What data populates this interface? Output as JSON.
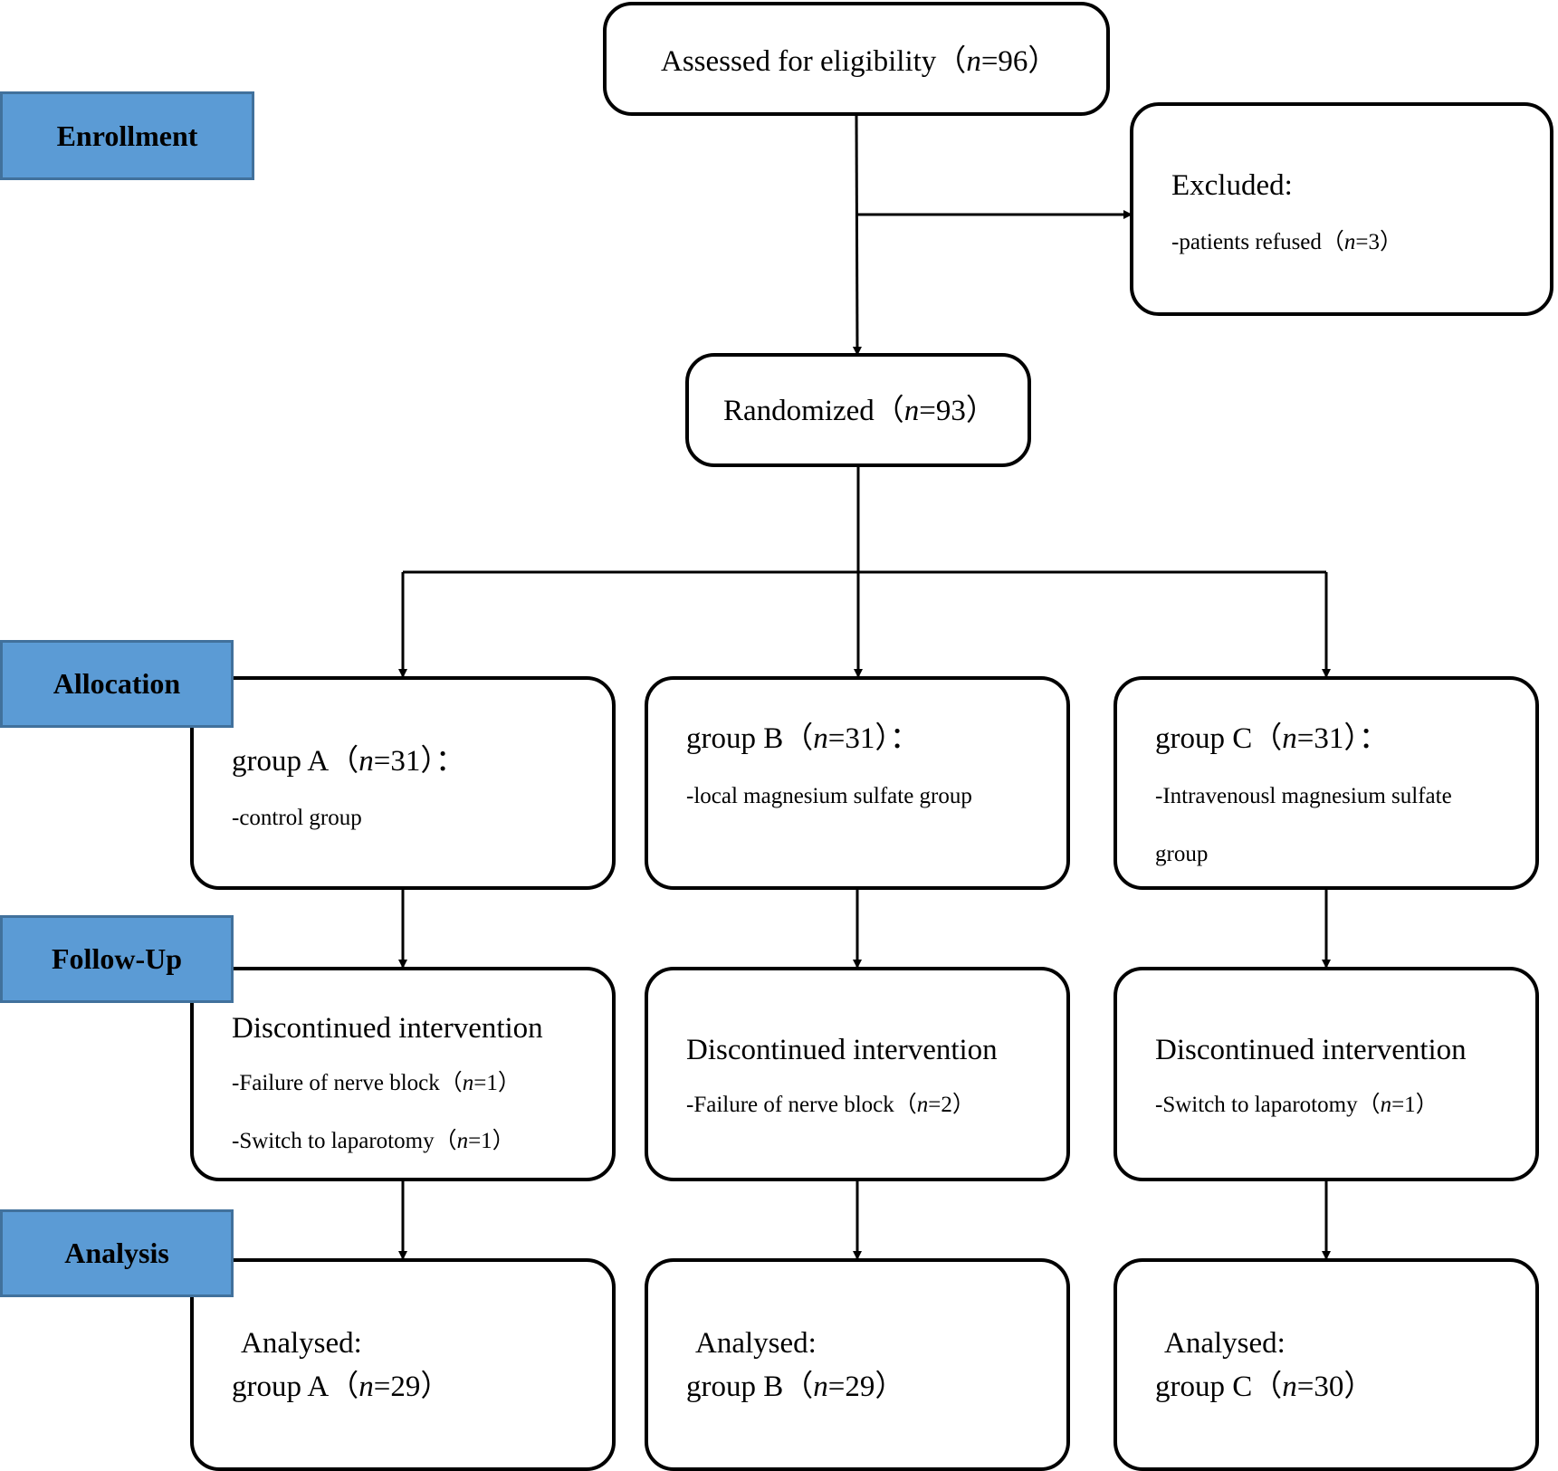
{
  "stages": {
    "enrollment": "Enrollment",
    "allocation": "Allocation",
    "follow_up": "Follow-Up",
    "analysis": "Analysis"
  },
  "assessed": {
    "label": "Assessed for eligibility（",
    "n_sym": "n",
    "n_val": "=96）"
  },
  "excluded": {
    "title": "Excluded:",
    "reason_label": "-patients refused（",
    "n_sym": "n",
    "n_val": "=3）"
  },
  "randomized": {
    "label": "Randomized（",
    "n_sym": "n",
    "n_val": "=93）"
  },
  "allocation": [
    {
      "label": "group A（",
      "n_sym": "n",
      "n_val": "=31）：",
      "desc1": "-control group",
      "desc2": ""
    },
    {
      "label": "group B（",
      "n_sym": "n",
      "n_val": "=31）：",
      "desc1": "-local magnesium sulfate group",
      "desc2": ""
    },
    {
      "label": "group C（",
      "n_sym": "n",
      "n_val": "=31）：",
      "desc1": "-Intravenousl magnesium sulfate",
      "desc2": "group"
    }
  ],
  "follow_up": [
    {
      "title": "Discontinued intervention",
      "items": [
        {
          "label": "-Failure of nerve block（",
          "n_sym": "n",
          "n_val": "=1）"
        },
        {
          "label": "-Switch to laparotomy（",
          "n_sym": "n",
          "n_val": "=1）"
        }
      ]
    },
    {
      "title": "Discontinued intervention",
      "items": [
        {
          "label": "-Failure of nerve block（",
          "n_sym": "n",
          "n_val": "=2）"
        }
      ]
    },
    {
      "title": "Discontinued intervention",
      "items": [
        {
          "label": "-Switch to laparotomy（",
          "n_sym": "n",
          "n_val": "=1）"
        }
      ]
    }
  ],
  "analysis": [
    {
      "title": "Analysed:",
      "label": "group A（",
      "n_sym": "n",
      "n_val": "=29）"
    },
    {
      "title": "Analysed:",
      "label": "group B（",
      "n_sym": "n",
      "n_val": "=29）"
    },
    {
      "title": "Analysed:",
      "label": "group C（",
      "n_sym": "n",
      "n_val": "=30）"
    }
  ]
}
